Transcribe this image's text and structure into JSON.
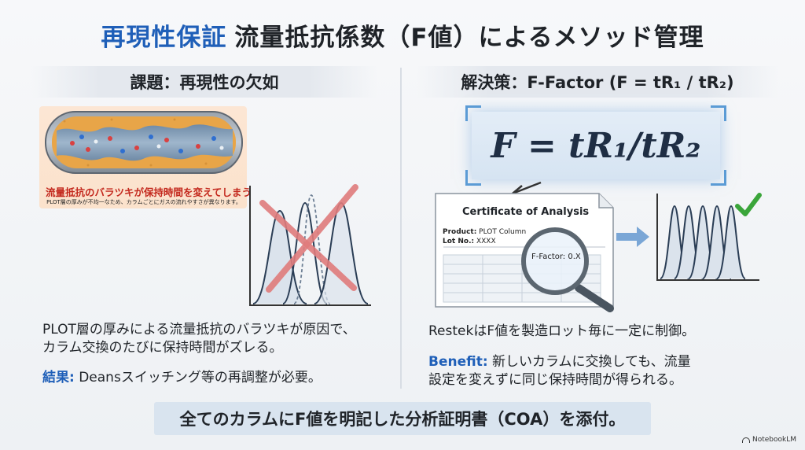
{
  "title": {
    "accent": "再現性保証",
    "rest": "流量抵抗係数（F値）によるメソッド管理"
  },
  "left": {
    "heading": "課題：再現性の欠如",
    "warning": "流量抵抗のバラツキが保持時間を変えてしまう",
    "warning_sub": "PLOT層の厚みが不均一なため、カラムごとにガスの流れやすさが異なります。",
    "body_line1": "PLOT層の厚みによる流量抵抗のバラツキが原因で、",
    "body_line2": "カラム交換のたびに保持時間がズレる。",
    "result_label": "結果:",
    "result_text": " Deansスイッチング等の再調整が必要。"
  },
  "right": {
    "heading": "解決策：F-Factor (F = tR₁ / tR₂)",
    "formula": "F = tR₁/tR₂",
    "doc_title": "Certificate of Analysis",
    "doc_product_label": "Product:",
    "doc_product_value": " PLOT Column",
    "doc_lot_label": "Lot No.:",
    "doc_lot_value": " XXXX",
    "lens_label": "F-Factor: 0.X",
    "body_line1": "RestekはF値を製造ロット毎に一定に制御。",
    "benefit_label": "Benefit:",
    "benefit_text1": " 新しいカラムに交換しても、流量",
    "benefit_text2": "設定を変えずに同じ保持時間が得られる。"
  },
  "footer": "全てのカラムにF値を明記した分析証明書（COA）を添付。",
  "brand": "NotebookLM",
  "colors": {
    "accent_blue": "#1f5fb8",
    "warning_red": "#c3281d",
    "check_green": "#3aa53a",
    "cross_red": "#e07c7c"
  },
  "icons": [
    "cross-mark-icon",
    "check-mark-icon",
    "magnifier-icon",
    "arrow-right-icon"
  ]
}
